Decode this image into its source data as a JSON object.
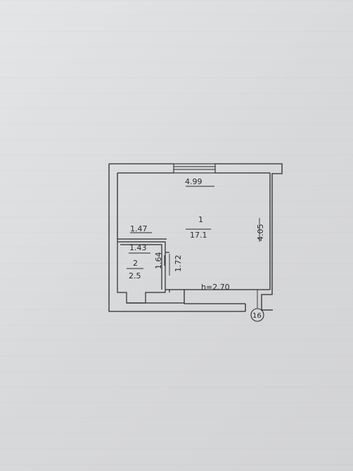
{
  "plan": {
    "dim_top_width": "4.99",
    "dim_right_height": "4.05",
    "dim_left_partition": "1.47",
    "dim_ceiling": "h=2.70",
    "axis_marker": "16",
    "rooms": [
      {
        "number": "1",
        "area": "17.1"
      },
      {
        "number": "2",
        "area": "2.5",
        "dim_width": "1.43",
        "dim_height_a": "1.64",
        "dim_height_b": "1.72"
      }
    ]
  },
  "colors": {
    "wall": "#2b2b2b",
    "paper": "#dcdddf"
  }
}
